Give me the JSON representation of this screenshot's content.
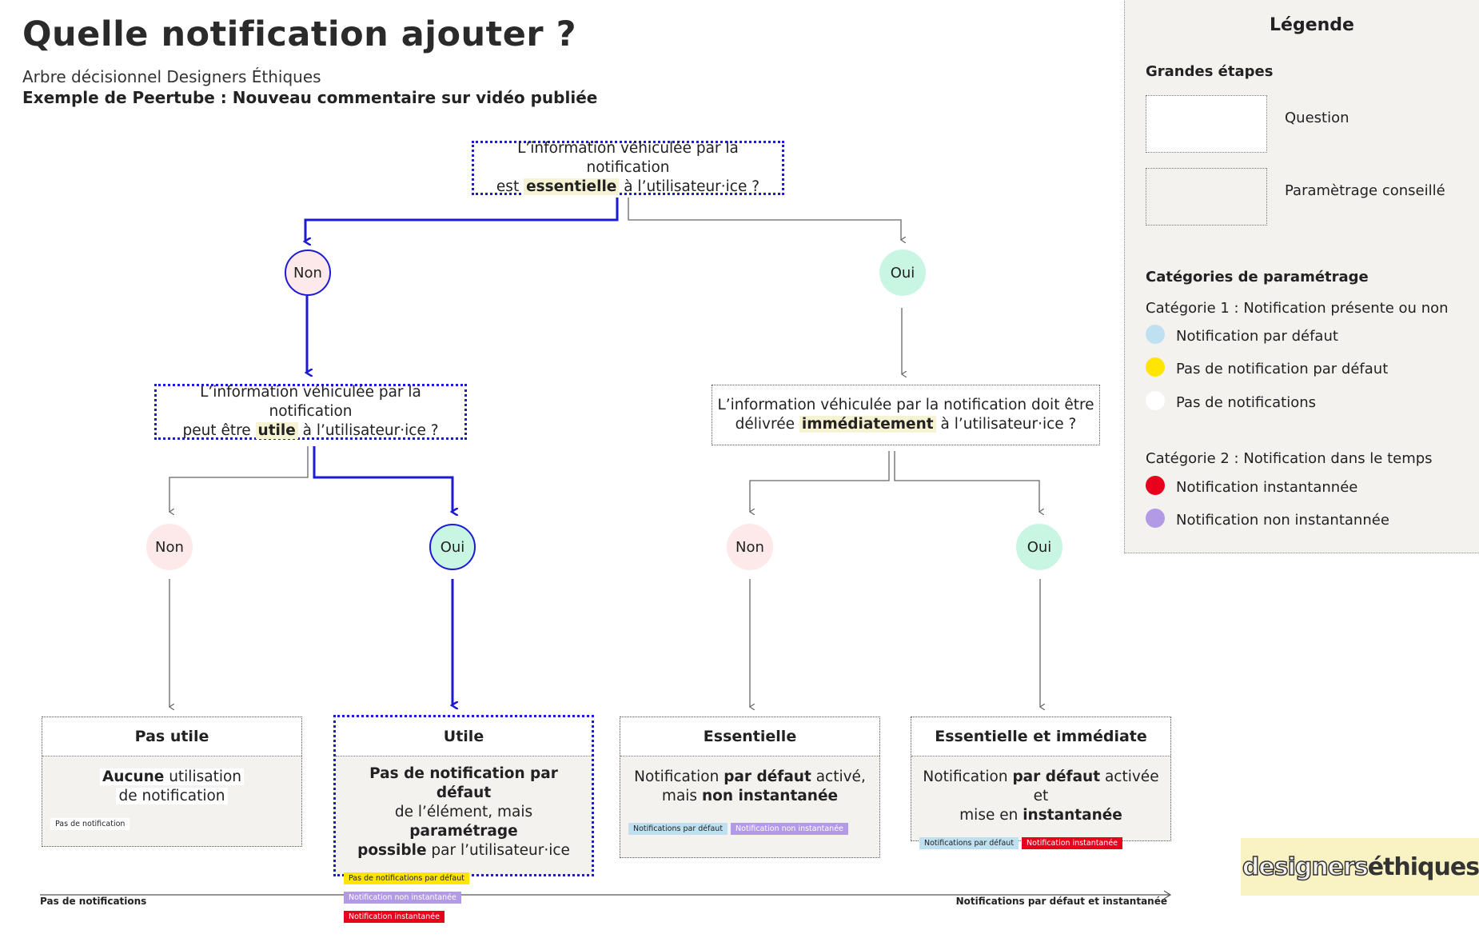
{
  "header": {
    "title": "Quelle notification ajouter ?",
    "subtitle": "Arbre décisionnel Designers Éthiques",
    "example": "Exemple de Peertube : Nouveau commentaire sur vidéo publiée"
  },
  "q1": {
    "pre": "L’information véhiculée par la notification",
    "mid_pre": "est ",
    "highlight": "essentielle",
    "post": " à l’utilisateur·ice ?"
  },
  "q2": {
    "pre": "L’information véhiculée par la notification",
    "mid_pre": "peut être ",
    "highlight": "utile",
    "post": " à l’utilisateur·ice ?"
  },
  "q3": {
    "pre": "L’information véhiculée par la notification doit être",
    "mid_pre": "délivrée ",
    "highlight": "immédiatement",
    "post": " à l’utilisateur·ice ?"
  },
  "answers": {
    "non": "Non",
    "oui": "Oui"
  },
  "results": {
    "pas_utile": {
      "title": "Pas utile",
      "b1": "Aucune",
      "t1": " utilisation",
      "t2": "de notification",
      "tags": [
        "Pas de notification"
      ]
    },
    "utile": {
      "title": "Utile",
      "b1": "Pas de notification par défaut",
      "t1": "de l’élément, mais ",
      "b2": "paramétrage",
      "b3": "possible",
      "t2": " par l’utilisateur·ice",
      "tags": [
        "Pas de notifications par défaut",
        "Notification non instantanée",
        "Notification instantanée"
      ]
    },
    "essentielle": {
      "title": "Essentielle",
      "t1": "Notification ",
      "b1": "par défaut",
      "t2": " activé,",
      "t3": "mais ",
      "b2": "non instantanée",
      "tags": [
        "Notifications par défaut",
        "Notification non instantanée"
      ]
    },
    "immediate": {
      "title": "Essentielle et immédiate",
      "t1": "Notification ",
      "b1": "par défaut",
      "t2": " activée et",
      "t3": "mise en ",
      "b2": "instantanée",
      "tags": [
        "Notifications par défaut",
        "Notification instantanée"
      ]
    }
  },
  "axis": {
    "left": "Pas de notifications",
    "right": "Notifications par défaut et instantanée"
  },
  "legend": {
    "title": "Légende",
    "section1": "Grandes étapes",
    "item_question": "Question",
    "item_param": "Paramètrage conseillé",
    "section2": "Catégories de paramétrage",
    "cat1": "Catégorie 1 : Notification présente ou non",
    "cat1_items": [
      "Notification par défaut",
      "Pas de notification par défaut",
      "Pas de notifications"
    ],
    "cat2": "Catégorie 2 : Notification dans le temps",
    "cat2_items": [
      "Notification instantannée",
      "Notification non instantannée"
    ]
  },
  "colors": {
    "active_path": "#1d1ad6",
    "non": "#fde9ea",
    "oui": "#c9f6e3",
    "highlight": "#f6f3d4",
    "par_defaut": "#bfe0f0",
    "pas_par_defaut": "#ffe500",
    "pas_de_notif": "#ffffff",
    "instantanee": "#e8001c",
    "non_instantanee": "#b39ae6"
  },
  "logo": {
    "part1": "designers",
    "part2": "éthiques"
  }
}
